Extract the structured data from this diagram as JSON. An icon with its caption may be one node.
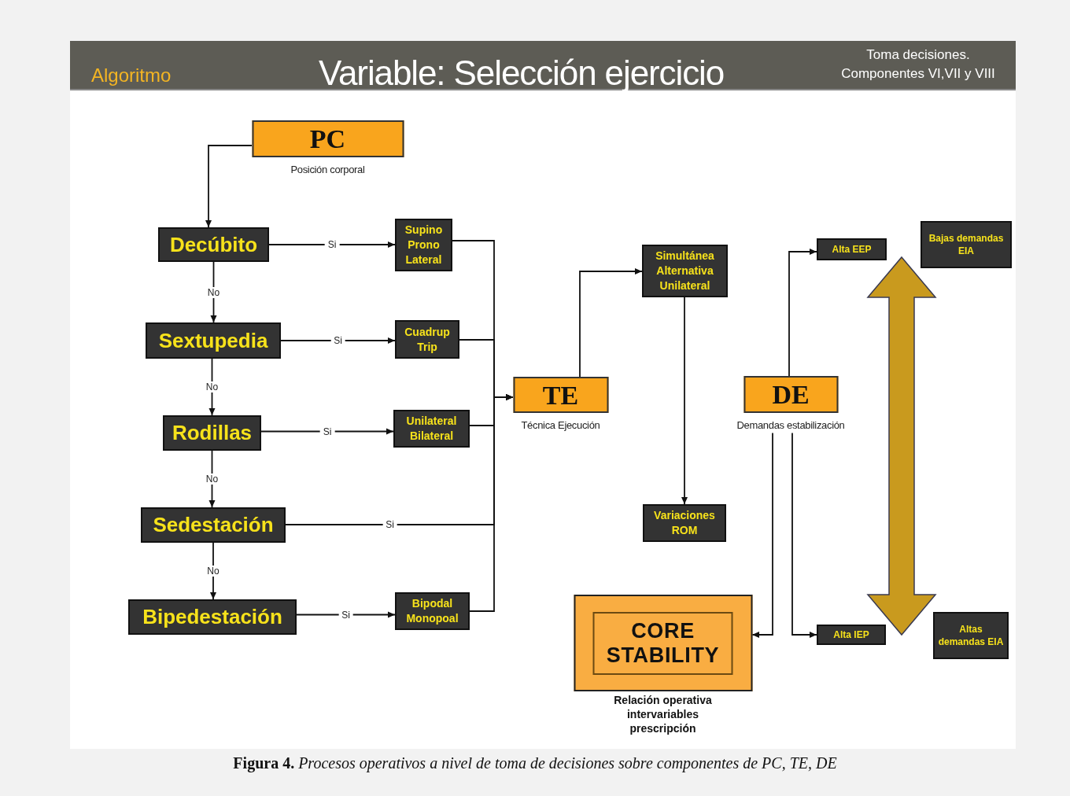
{
  "diagram": {
    "title": "Variable: Selección ejercicio",
    "caption": "**Figura 4.** *Procesos operativos a nivel de toma de decisiones sobre componentes de PC, TE, DE*",
    "nodes": [
      {
        "text": [
          "PC"
        ],
        "beside": [
          "Posición corporal"
        ]
      },
      {
        "text": [
          "Decúbito"
        ]
      },
      {
        "text": [
          "Sextupedia"
        ]
      },
      {
        "text": [
          "Rodillas"
        ]
      },
      {
        "text": [
          "Sedestación"
        ]
      },
      {
        "text": [
          "Bipedestación"
        ]
      },
      {
        "text": [
          "Supino Prono Lateral"
        ]
      },
      {
        "text": [
          "Cuadrup Trip"
        ]
      },
      {
        "text": [
          "Unilateral Bilateral"
        ]
      },
      {
        "text": [
          "Bipodal Monopoal"
        ]
      },
      {
        "text": [
          "TE"
        ],
        "beside": [
          "Técnica Ejecución"
        ]
      },
      {
        "text": [
          "Simultánea Alternativa Unilateral"
        ]
      },
      {
        "text": [
          "Variaciones ROM"
        ]
      },
      {
        "text": [
          "DE"
        ],
        "beside": [
          "Demandas estabilización"
        ]
      },
      {
        "text": [
          "Alta EEP"
        ]
      },
      {
        "text": [
          "Bajas demandas EIA"
        ]
      },
      {
        "text": [
          "Alta IEP"
        ]
      },
      {
        "text": [
          "Altas demandas EIA"
        ]
      },
      {
        "text": [
          "CORE STABILITY"
        ],
        "beside": [
          "Relación operativa intervariables prescripción"
        ]
      }
    ],
    "edges": [
      {
        "from": 0,
        "to": 1,
        "arrow": "to"
      },
      {
        "from": 1,
        "to": 6,
        "arrow": "to",
        "label": "Si"
      },
      {
        "from": 1,
        "to": 2,
        "arrow": "to",
        "label": "No"
      },
      {
        "from": 2,
        "to": 7,
        "arrow": "to",
        "label": "Si"
      },
      {
        "from": 2,
        "to": 3,
        "arrow": "to",
        "label": "No"
      },
      {
        "from": 3,
        "to": 8,
        "arrow": "to",
        "label": "Si"
      },
      {
        "from": 3,
        "to": 4,
        "arrow": "to",
        "label": "No"
      },
      {
        "from": 4,
        "to": 5,
        "arrow": "to",
        "label": "No"
      },
      {
        "from": 5,
        "to": 9,
        "arrow": "to",
        "label": "Si"
      },
      {
        "from": 6,
        "to": 10,
        "arrow": "to"
      },
      {
        "from": 7,
        "to": 10,
        "arrow": "to"
      },
      {
        "from": 8,
        "to": 10,
        "arrow": "to"
      },
      {
        "from": 4,
        "to": 10,
        "arrow": "to",
        "label": "Si"
      },
      {
        "from": 9,
        "to": 10,
        "arrow": "to"
      },
      {
        "from": 10,
        "to": 11,
        "arrow": "to"
      },
      {
        "from": 11,
        "to": 12,
        "arrow": "to"
      },
      {
        "from": 13,
        "to": 14,
        "arrow": "to"
      },
      {
        "from": 13,
        "to": 16,
        "arrow": "to"
      },
      {
        "from": 13,
        "to": 18,
        "arrow": "to"
      }
    ],
    "labels": [
      "Algoritmo",
      "Toma decisiones. Componentes VI,VII y VIII"
    ]
  }
}
